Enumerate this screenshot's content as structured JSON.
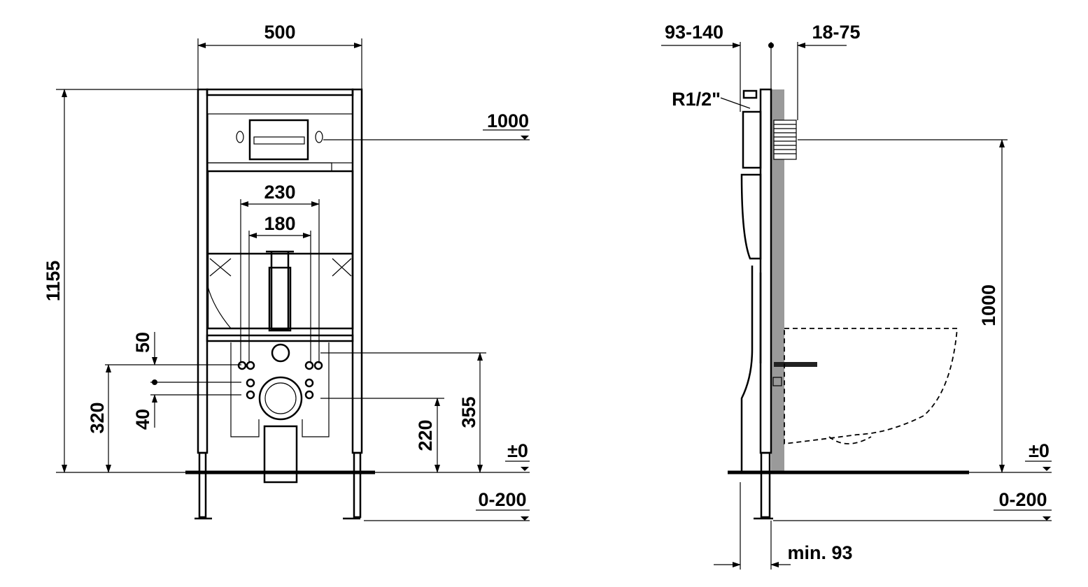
{
  "front_view": {
    "width": "500",
    "actuation_height": "1000",
    "outer_spacing": "230",
    "inner_spacing": "180",
    "total_height": "1155",
    "offset_upper": "50",
    "drain_height": "320",
    "offset_lower": "40",
    "supply_height": "220",
    "pipe_height": "355",
    "floor_level": "±0",
    "foot_adjust": "0-200"
  },
  "side_view": {
    "depth_range": "93-140",
    "wall_range": "18-75",
    "thread": "R1/2\"",
    "actuation_height": "1000",
    "floor_level": "±0",
    "foot_adjust": "0-200",
    "min_depth": "min. 93"
  },
  "colors": {
    "wall": "#9a9a9a",
    "line": "#000000"
  }
}
